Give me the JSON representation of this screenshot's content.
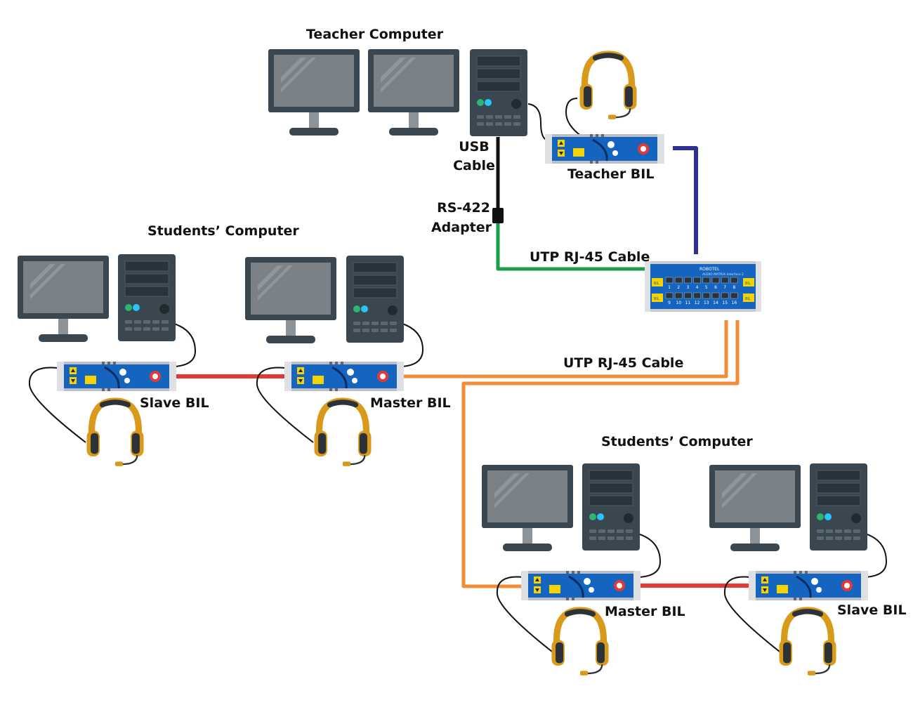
{
  "labels": {
    "teacher_computer": "Teacher Computer",
    "usb_cable_line1": "USB",
    "usb_cable_line2": "Cable",
    "rs422_line1": "RS-422",
    "rs422_line2": "Adapter",
    "teacher_bil": "Teacher BIL",
    "utp_cable_top": "UTP RJ-45 Cable",
    "utp_cable_mid": "UTP RJ-45 Cable",
    "students_computer_left": "Students’ Computer",
    "students_computer_right": "Students’ Computer",
    "slave_bil_left": "Slave BIL",
    "master_bil_left": "Master BIL",
    "master_bil_right": "Master BIL",
    "slave_bil_right": "Slave BIL"
  },
  "hub": {
    "brand": "ROBOTEL",
    "model": "AUDIO MATRIX Interface 2",
    "tag": "BIL",
    "ports_top": [
      "1",
      "2",
      "3",
      "4",
      "5",
      "6",
      "7",
      "8"
    ],
    "ports_bottom": [
      "9",
      "10",
      "11",
      "12",
      "13",
      "14",
      "15",
      "16"
    ]
  },
  "colors": {
    "usb_cable": "#111111",
    "green_cable": "#1a9e4a",
    "purple_cable": "#2e3192",
    "orange_cable": "#f28c38",
    "red_cable": "#e53935",
    "monitor_frame": "#3a4750",
    "monitor_screen": "#7a8288",
    "tower": "#3a4750",
    "bil_body": "#1565c0",
    "headset_gold": "#d99a1c",
    "hub_yellow": "#f5d300"
  }
}
